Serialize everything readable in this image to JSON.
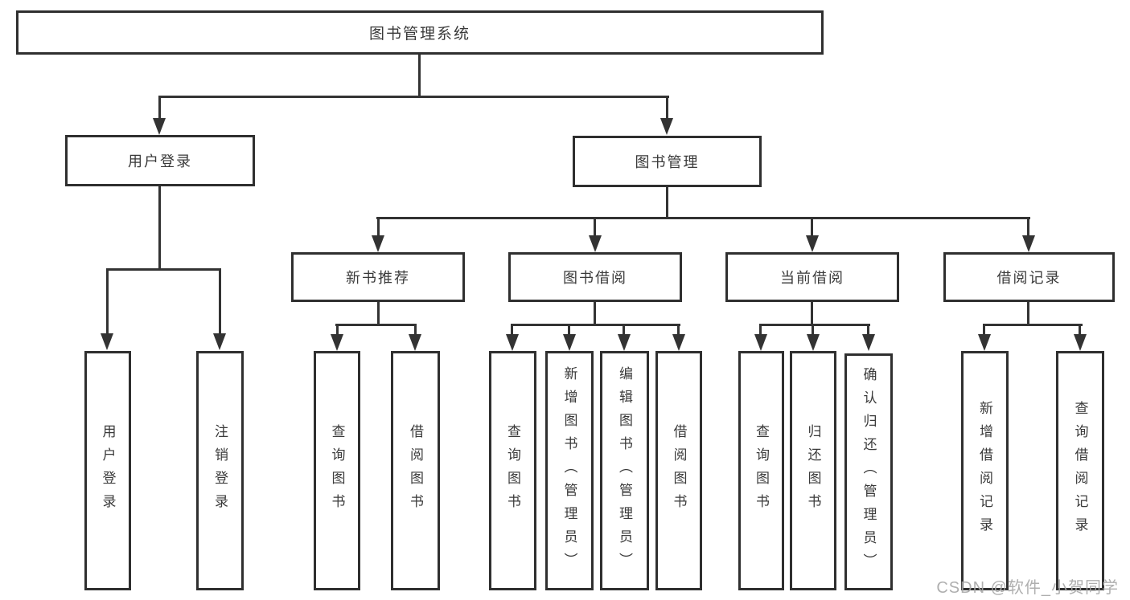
{
  "diagram": {
    "type": "hierarchy-tree",
    "orientation": "top-down"
  },
  "colors": {
    "line": "#333333",
    "box_border": "#2f2f2f",
    "text": "#3a3a3a",
    "background": "#ffffff",
    "watermark": "#a8a8a8"
  },
  "watermark": "CSDN @软件_小贺同学",
  "tree": {
    "label": "图书管理系统",
    "children": [
      {
        "label": "用户登录",
        "children": [
          {
            "label": "用户登录"
          },
          {
            "label": "注销登录"
          }
        ]
      },
      {
        "label": "图书管理",
        "children": [
          {
            "label": "新书推荐",
            "children": [
              {
                "label": "查询图书"
              },
              {
                "label": "借阅图书"
              }
            ]
          },
          {
            "label": "图书借阅",
            "children": [
              {
                "label": "查询图书"
              },
              {
                "label": "新增图书（管理员）"
              },
              {
                "label": "编辑图书（管理员）"
              },
              {
                "label": "借阅图书"
              }
            ]
          },
          {
            "label": "当前借阅",
            "children": [
              {
                "label": "查询图书"
              },
              {
                "label": "归还图书"
              },
              {
                "label": "确认归还（管理员）"
              }
            ]
          },
          {
            "label": "借阅记录",
            "children": [
              {
                "label": "新增借阅记录"
              },
              {
                "label": "查询借阅记录"
              }
            ]
          }
        ]
      }
    ]
  }
}
